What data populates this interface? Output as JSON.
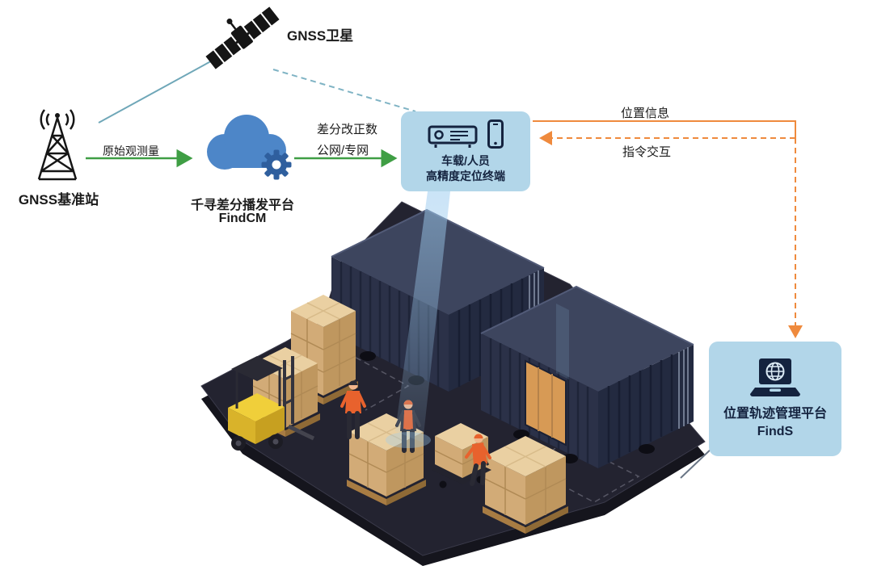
{
  "nodes": {
    "satellite": {
      "label": "GNSS卫星",
      "icon": "satellite-icon"
    },
    "base_station": {
      "label": "GNSS基准站",
      "icon": "radio-tower-icon"
    },
    "cloud_platform": {
      "label_line1": "千寻差分播发平台",
      "label_line2": "FindCM",
      "icon": "cloud-gear-icon"
    },
    "terminal": {
      "label_line1": "车载/人员",
      "label_line2": "高精度定位终端",
      "icons": [
        "vehicle-terminal-icon",
        "smartphone-icon"
      ]
    },
    "management_platform": {
      "label_line1": "位置轨迹管理平台",
      "label_line2": "FindS",
      "icon": "laptop-globe-icon"
    }
  },
  "edges": {
    "satellite_to_base": {
      "label": "",
      "style": "solid-teal"
    },
    "satellite_to_terminal": {
      "label": "",
      "style": "dashed-teal"
    },
    "raw_observation": {
      "label": "原始观测量",
      "from": "base_station",
      "to": "cloud_platform",
      "style": "solid-green-arrow"
    },
    "differential_correction": {
      "label_line1": "差分改正数",
      "label_line2": "公网/专网",
      "from": "cloud_platform",
      "to": "terminal",
      "style": "solid-green-arrow"
    },
    "location_info": {
      "label": "位置信息",
      "from": "terminal",
      "to": "management_platform",
      "style": "solid-orange"
    },
    "command_interaction": {
      "label": "指令交互",
      "from": "management_platform",
      "to": "terminal",
      "style": "dashed-orange-arrow"
    }
  },
  "scene": {
    "elements": [
      "container-1",
      "container-2",
      "pallet-stacks",
      "crate",
      "forklift",
      "pallet-jack",
      "workers",
      "positioning-beam"
    ]
  },
  "colors": {
    "arrow_green": "#3f9e44",
    "line_teal": "#6fa7b8",
    "arrow_orange": "#ef8a3d",
    "callout_bg": "#b2d6e9",
    "dark_navy": "#14233f",
    "cloud_blue": "#4d86c8",
    "gear_blue": "#2f5f9e",
    "scene_floor": "#232330",
    "container_navy": "#2b3148",
    "box_tan": "#d2ab77",
    "forklift_yellow": "#f0cf3a",
    "beam_blue": "#9fcdf0"
  }
}
